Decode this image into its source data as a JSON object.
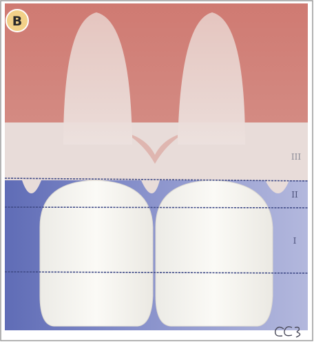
{
  "figure": {
    "panel_label": "B",
    "zones": [
      {
        "label": "III"
      },
      {
        "label": "II"
      },
      {
        "label": "I"
      }
    ],
    "signature": "CC3",
    "colors": {
      "gum": "#cc7871",
      "gum_light": "#d89a93",
      "enamel_band": "#e7dbd8",
      "background_blue": "#7c86c4",
      "background_blue_light": "#a2a8d6",
      "tooth": "#f6f4ef",
      "line": "#3f4a86",
      "badge": "#f2d188"
    }
  }
}
